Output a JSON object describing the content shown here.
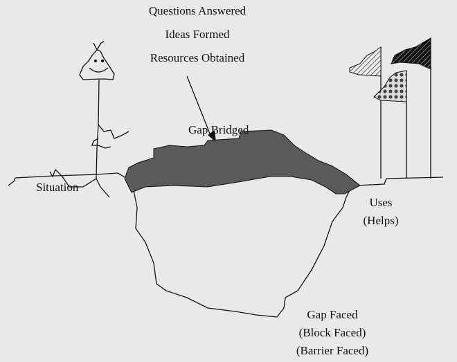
{
  "outcomes": {
    "line1": "Questions Answered",
    "line2": "Ideas Formed",
    "line3": "Resources Obtained"
  },
  "bridge_label": "Gap Bridged",
  "situation_label": "Situation",
  "uses": {
    "line1": "Uses",
    "line2": "(Helps)"
  },
  "gap": {
    "line1": "Gap Faced",
    "line2": "(Block Faced)",
    "line3": "(Barrier Faced)"
  },
  "colors": {
    "ink": "#111111",
    "bridge": "#555555",
    "paper": "#e9e9e9"
  }
}
